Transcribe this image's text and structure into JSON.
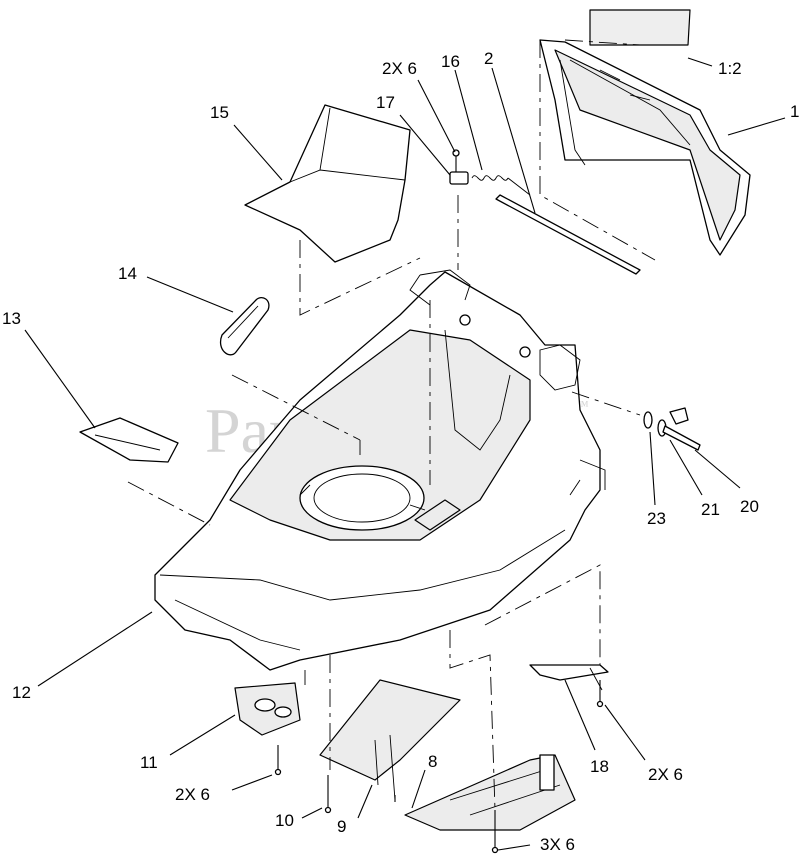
{
  "watermark": "PartsTree",
  "watermark_mark": "™",
  "callouts": {
    "c1": "1",
    "c1_2": "1:2",
    "c2": "2",
    "c2x6_top": "2X 6",
    "c16": "16",
    "c17": "17",
    "c15": "15",
    "c14": "14",
    "c13": "13",
    "c12": "12",
    "c11": "11",
    "c2x6_left": "2X 6",
    "c10": "10",
    "c9": "9",
    "c8": "8",
    "c3x6": "3X 6",
    "c18": "18",
    "c2x6_right": "2X 6",
    "c23": "23",
    "c21": "21",
    "c20": "20"
  }
}
